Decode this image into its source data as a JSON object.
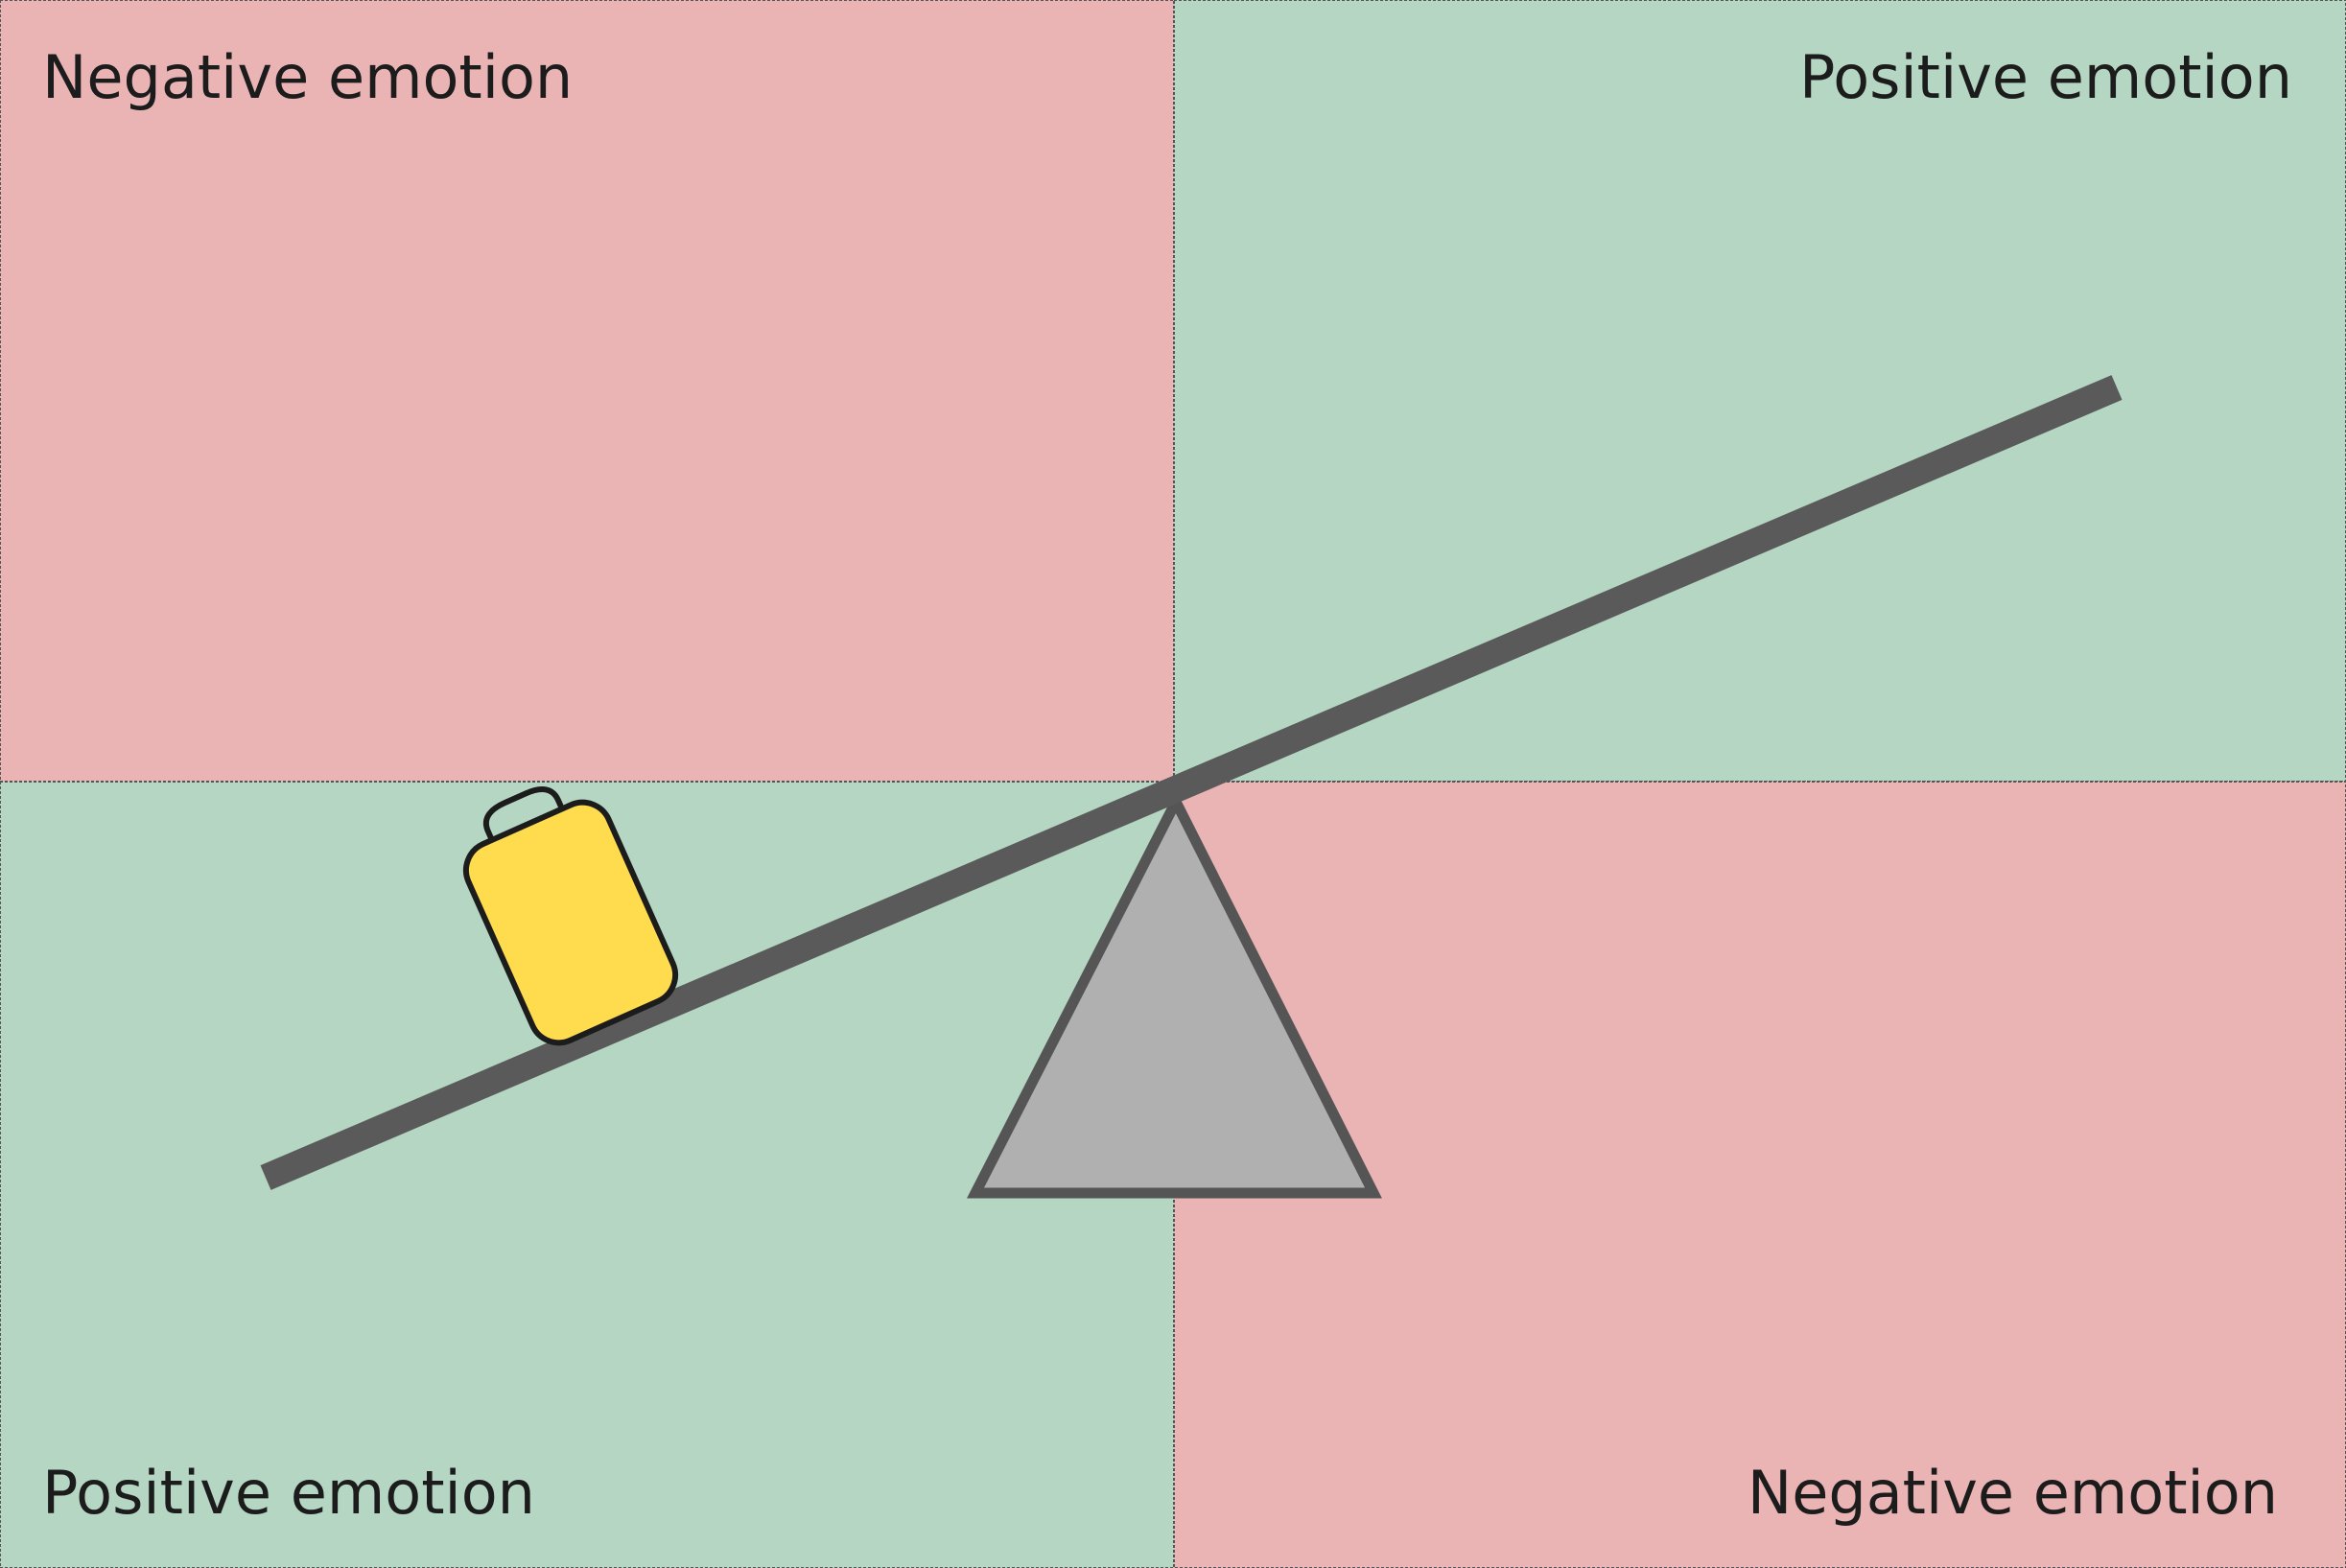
{
  "colors": {
    "negative": "#eab4b4",
    "positive": "#b4d6c3",
    "beam": "#5a5a5a",
    "fulcrum_fill": "#b0b0b0",
    "fulcrum_stroke": "#555555",
    "weight_fill": "#ffdc4e",
    "outline": "#1c1c1c"
  },
  "quadrants": {
    "top_left": {
      "label": "Negative emotion",
      "tone": "negative"
    },
    "top_right": {
      "label": "Positive emotion",
      "tone": "positive"
    },
    "bottom_left": {
      "label": "Positive emotion",
      "tone": "positive"
    },
    "bottom_right": {
      "label": "Negative emotion",
      "tone": "negative"
    }
  },
  "icons": {
    "beam": "seesaw-beam",
    "fulcrum": "triangle-fulcrum",
    "weight": "kettlebell-weight"
  }
}
